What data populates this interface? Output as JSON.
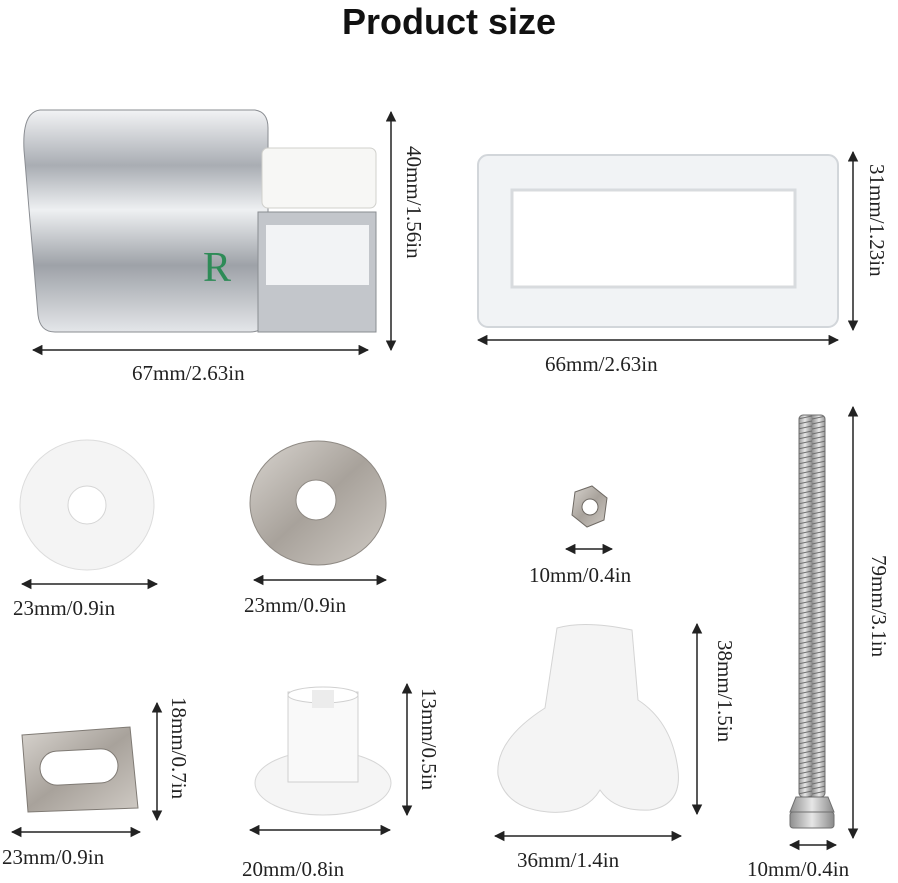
{
  "title": "Product size",
  "logo_letter": "R",
  "dimensions": {
    "hinge_width": "67mm/2.63in",
    "hinge_height": "40mm/1.56in",
    "frame_width": "66mm/2.63in",
    "frame_height": "31mm/1.23in",
    "nylon_washer": "23mm/0.9in",
    "steel_washer": "23mm/0.9in",
    "nut": "10mm/0.4in",
    "bolt_length": "79mm/3.1in",
    "bolt_head": "10mm/0.4in",
    "plate_width": "23mm/0.9in",
    "plate_height": "18mm/0.7in",
    "bushing_width": "20mm/0.8in",
    "bushing_height": "13mm/0.5in",
    "key_width": "36mm/1.4in",
    "key_height": "38mm/1.5in"
  },
  "colors": {
    "chrome": "#c9ccd0",
    "steel": "#b9b3ac",
    "nylon": "#f3f3f3",
    "logo": "#2e8b57"
  }
}
